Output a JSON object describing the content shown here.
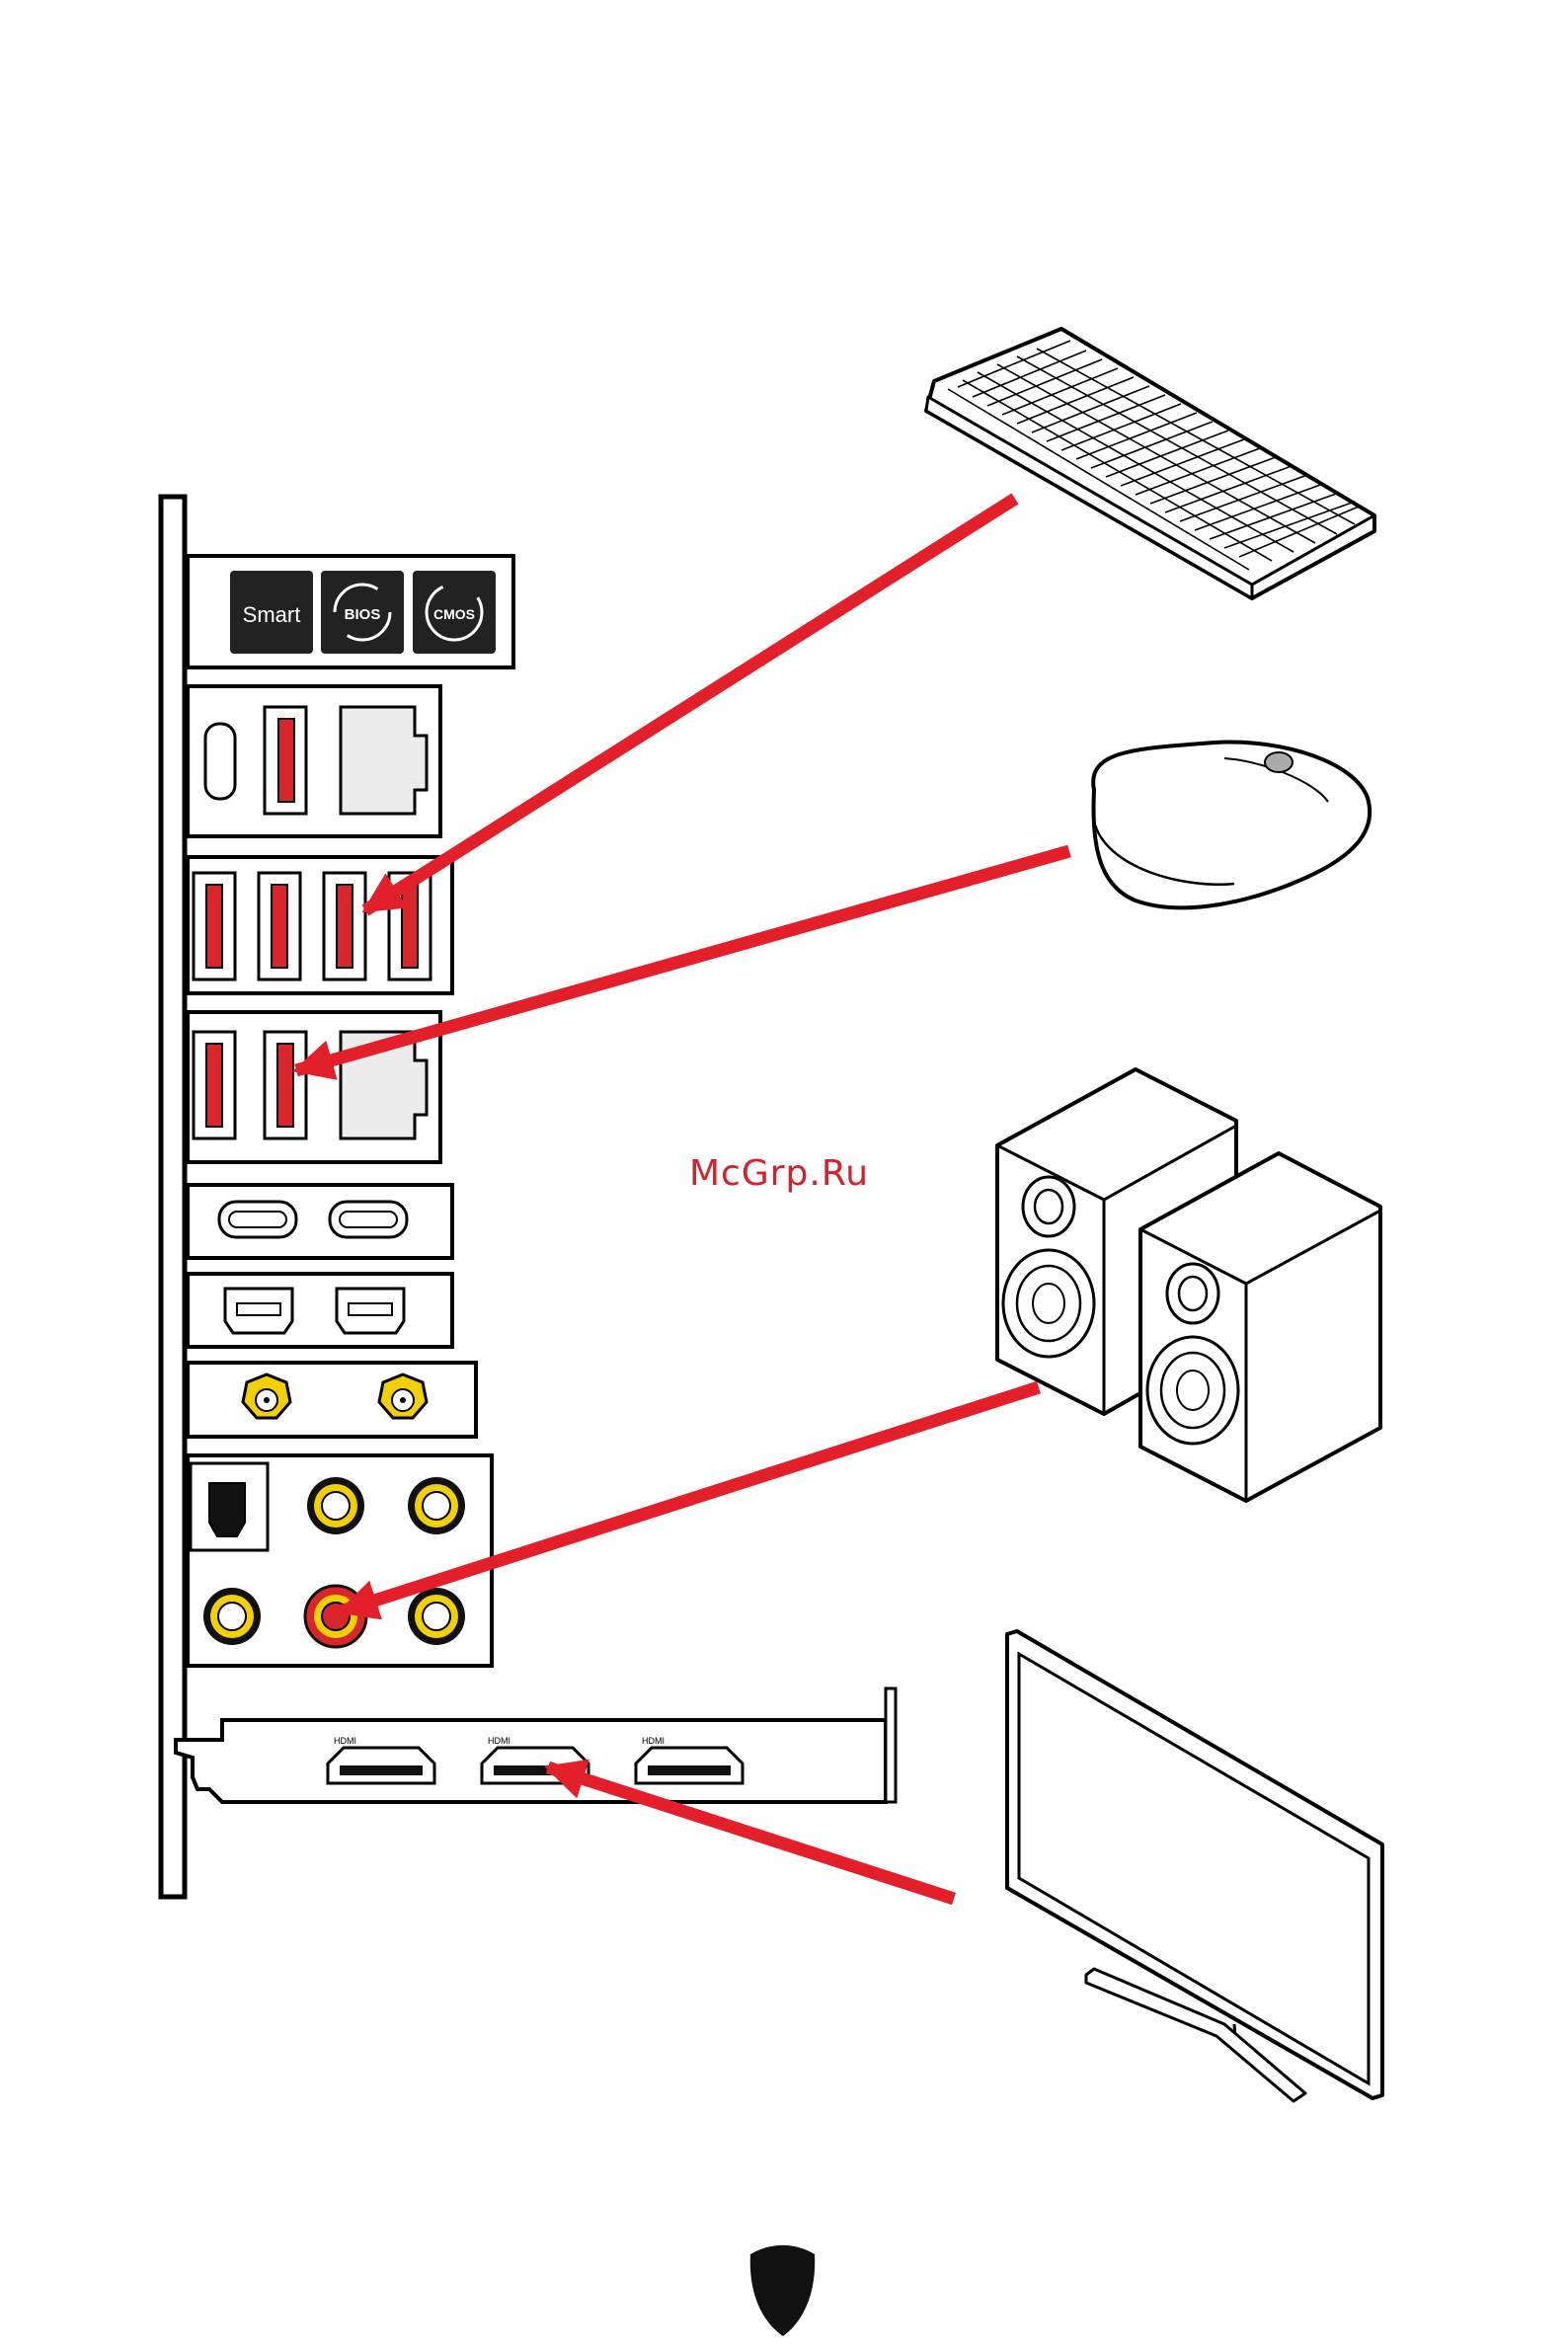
{
  "io_panel": {
    "buttons": [
      {
        "label": "Smart"
      },
      {
        "label": "BIOS"
      },
      {
        "label": "CMOS"
      }
    ],
    "hdmi_port_label": "HDMI"
  },
  "devices": [
    {
      "icon": "keyboard-icon",
      "target": "usb-port"
    },
    {
      "icon": "mouse-icon",
      "target": "usb-port"
    },
    {
      "icon": "speakers-icon",
      "target": "audio-line-out"
    },
    {
      "icon": "monitor-icon",
      "target": "hdmi-port"
    }
  ],
  "watermark": "McGrp.Ru",
  "colors": {
    "arrow": "#e3202a",
    "usb_highlight": "#d8262c",
    "audio_jack": "#f2d000",
    "panel_stroke": "#000000"
  },
  "footer": {
    "icon": "msi-shield-icon"
  }
}
